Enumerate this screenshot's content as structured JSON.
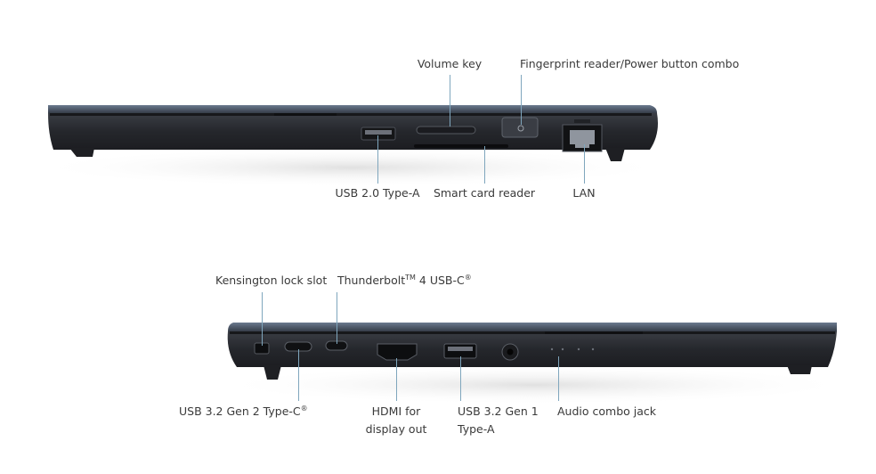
{
  "top_view": {
    "callouts": {
      "volume_key": "Volume key",
      "fingerprint_power": "Fingerprint reader/Power button combo",
      "usb2": "USB 2.0 Type-A",
      "smart_card": "Smart card reader",
      "lan": "LAN"
    }
  },
  "bottom_view": {
    "callouts": {
      "kensington": "Kensington lock slot",
      "thunderbolt_prefix": "Thunderbolt",
      "thunderbolt_tm": "TM",
      "thunderbolt_suffix": " 4 USB-C",
      "thunderbolt_reg": "®",
      "usb32_gen2_text": "USB 3.2 Gen 2 Type-C",
      "usb32_gen2_reg": "®",
      "hdmi_line1": "HDMI for",
      "hdmi_line2": "display out",
      "usb32_gen1_line1": "USB 3.2 Gen 1",
      "usb32_gen1_line2": "Type-A",
      "audio": "Audio combo jack"
    }
  },
  "colors": {
    "leader": "#7fa6bd",
    "chassis": "#2a2c31",
    "lid_edge": "#4a5566"
  }
}
